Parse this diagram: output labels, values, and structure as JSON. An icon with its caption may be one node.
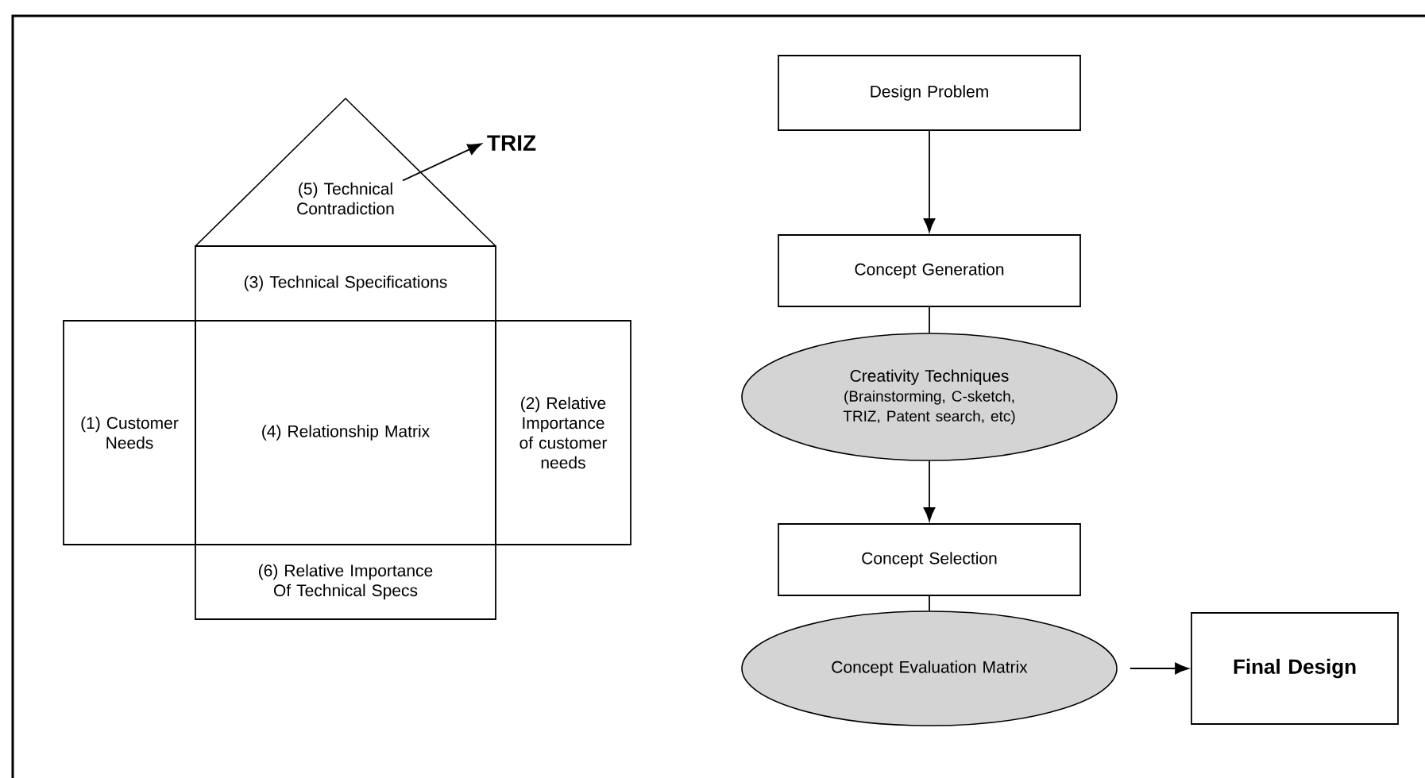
{
  "diagram": {
    "nodes": [
      {
        "text": [
          "(5) Technical Contradiction"
        ]
      },
      {
        "text": [
          "TRIZ"
        ]
      },
      {
        "text": [
          "(3) Technical Specifications"
        ]
      },
      {
        "text": [
          "(1) Customer Needs"
        ]
      },
      {
        "text": [
          "(4) Relationship Matrix"
        ]
      },
      {
        "text": [
          "(2) Relative Importance of customer needs"
        ]
      },
      {
        "text": [
          "(6) Relative Importance Of Technical Specs"
        ]
      },
      {
        "text": [
          "Design Problem"
        ]
      },
      {
        "text": [
          "Concept Generation"
        ]
      },
      {
        "text": [
          "Creativity Techniques",
          "(Brainstorming, C-sketch, TRIZ, Patent search, etc)"
        ]
      },
      {
        "text": [
          "Concept Selection"
        ]
      },
      {
        "text": [
          "Concept Evaluation Matrix"
        ]
      },
      {
        "text": [
          "Final Design"
        ]
      }
    ],
    "edges": [
      {
        "from": 0,
        "to": 1,
        "arrow": "to"
      },
      {
        "from": 7,
        "to": 8,
        "arrow": "to"
      },
      {
        "from": 8,
        "to": 9,
        "arrow": "none"
      },
      {
        "from": 9,
        "to": 10,
        "arrow": "to"
      },
      {
        "from": 10,
        "to": 11,
        "arrow": "none"
      },
      {
        "from": 11,
        "to": 12,
        "arrow": "to"
      }
    ]
  }
}
